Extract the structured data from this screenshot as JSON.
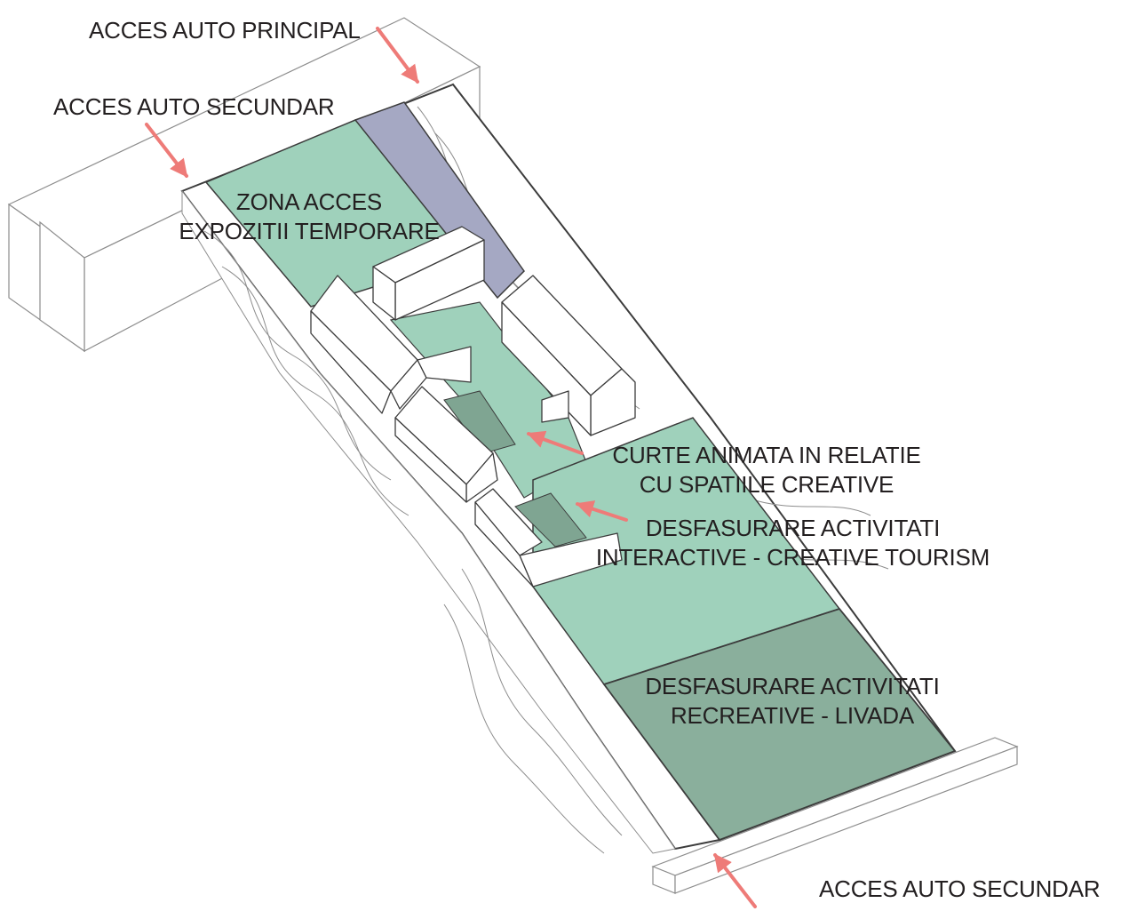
{
  "labels": {
    "acces_principal": "ACCES AUTO PRINCIPAL",
    "acces_secundar_top": "ACCES AUTO SECUNDAR",
    "zona_acces_l1": "ZONA ACCES",
    "zona_acces_l2": "EXPOZITII TEMPORARE",
    "curte_l1": "CURTE ANIMATA IN RELATIE",
    "curte_l2": "CU SPATIILE CREATIVE",
    "interactive_l1": "DESFASURARE ACTIVITATI",
    "interactive_l2": "INTERACTIVE - CREATIVE TOURISM",
    "recreative_l1": "DESFASURARE ACTIVITATI",
    "recreative_l2": "RECREATIVE - LIVADA",
    "acces_secundar_bottom": "ACCES AUTO SECUNDAR"
  },
  "colors": {
    "zone_light_green": "#9fd1bb",
    "zone_dark_green": "#8aaf9c",
    "zone_courtyard_dark": "#7fa592",
    "zone_parking_blue": "#a5a8c3",
    "arrow_red": "#ee7b78",
    "line_dark": "#3c3c3c",
    "line_light": "#8d8d8d"
  }
}
